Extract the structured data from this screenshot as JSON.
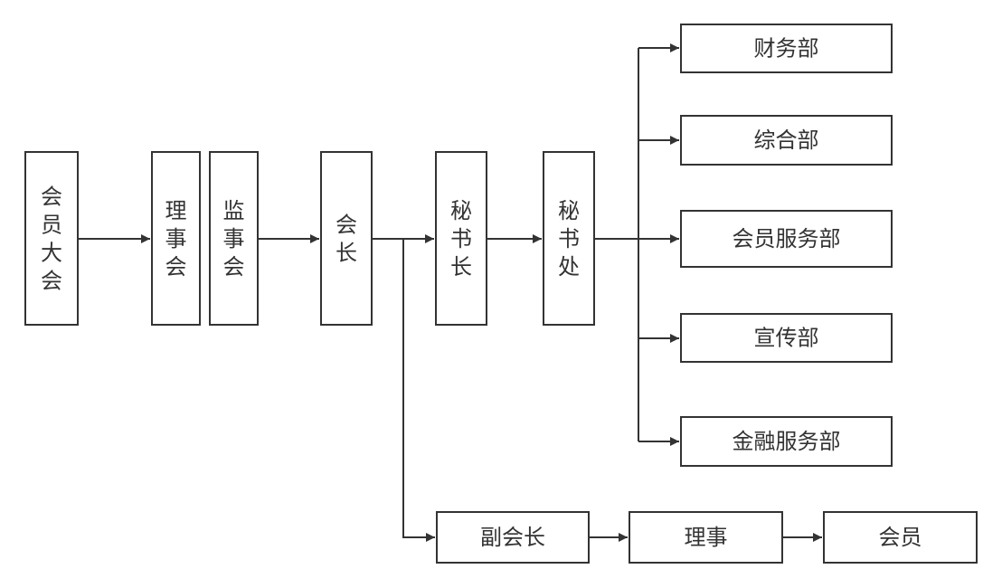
{
  "nodes": {
    "general_assembly": "会员大会",
    "council": "理事会",
    "supervisory_board": "监事会",
    "president": "会长",
    "secretary_general": "秘书长",
    "secretariat": "秘书处",
    "finance_dept": "财务部",
    "general_affairs_dept": "综合部",
    "member_services_dept": "会员服务部",
    "publicity_dept": "宣传部",
    "financial_services_dept": "金融服务部",
    "vice_president": "副会长",
    "director": "理事",
    "member": "会员"
  },
  "colors": {
    "stroke": "#333333",
    "fill": "#ffffff",
    "text": "#333333"
  }
}
